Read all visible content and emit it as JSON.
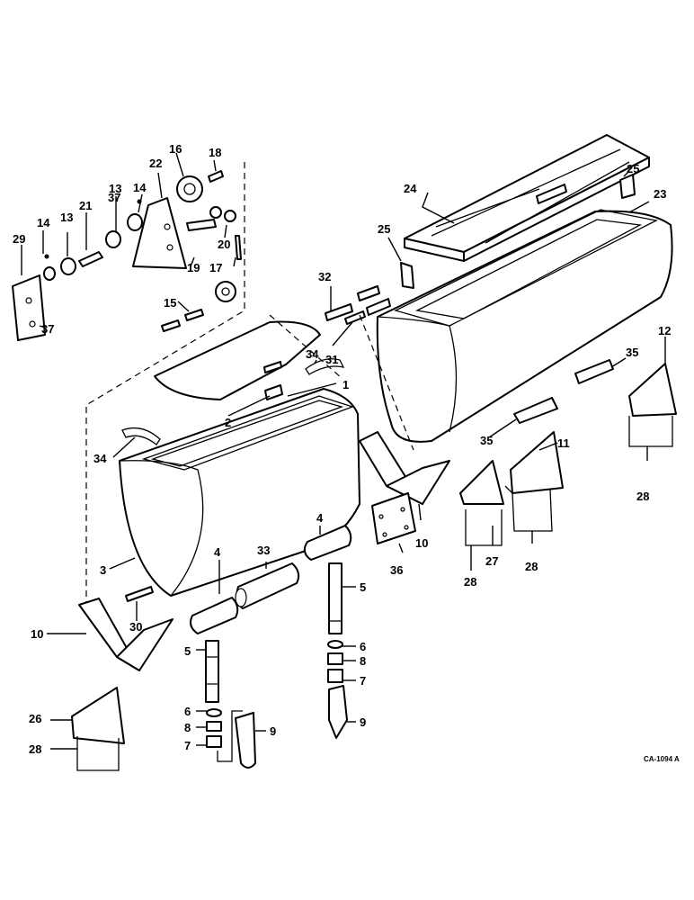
{
  "diagram": {
    "drawing_code": "CA-1094 A",
    "callouts": [
      "1",
      "2",
      "3",
      "4",
      "5",
      "6",
      "7",
      "8",
      "9",
      "10",
      "11",
      "12",
      "13",
      "14",
      "15",
      "16",
      "17",
      "18",
      "19",
      "20",
      "21",
      "22",
      "23",
      "24",
      "25",
      "26",
      "27",
      "28",
      "29",
      "30",
      "31",
      "32",
      "33",
      "34",
      "35",
      "36",
      "37"
    ]
  }
}
